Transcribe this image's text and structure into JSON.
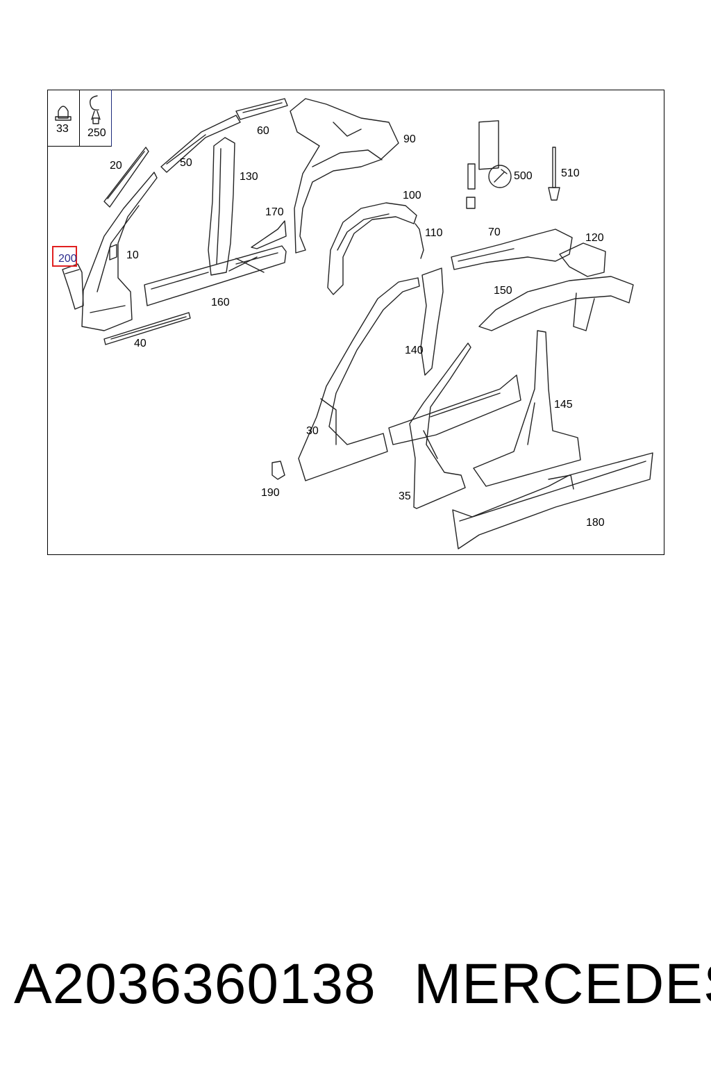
{
  "legend": {
    "items": [
      {
        "label": "33",
        "icon": "grommet-icon"
      },
      {
        "label": "250",
        "icon": "clip-icon"
      }
    ]
  },
  "highlight": {
    "label": "200",
    "color": "#e02020"
  },
  "callouts": {
    "c10": "10",
    "c20": "20",
    "c30": "30",
    "c35": "35",
    "c40": "40",
    "c50": "50",
    "c60": "60",
    "c70": "70",
    "c90": "90",
    "c100": "100",
    "c110": "110",
    "c120": "120",
    "c130": "130",
    "c140": "140",
    "c145": "145",
    "c150": "150",
    "c160": "160",
    "c170": "170",
    "c180": "180",
    "c190": "190",
    "c500": "500",
    "c510": "510"
  },
  "footer": {
    "part_number": "A2036360138",
    "brand": "MERCEDES"
  }
}
